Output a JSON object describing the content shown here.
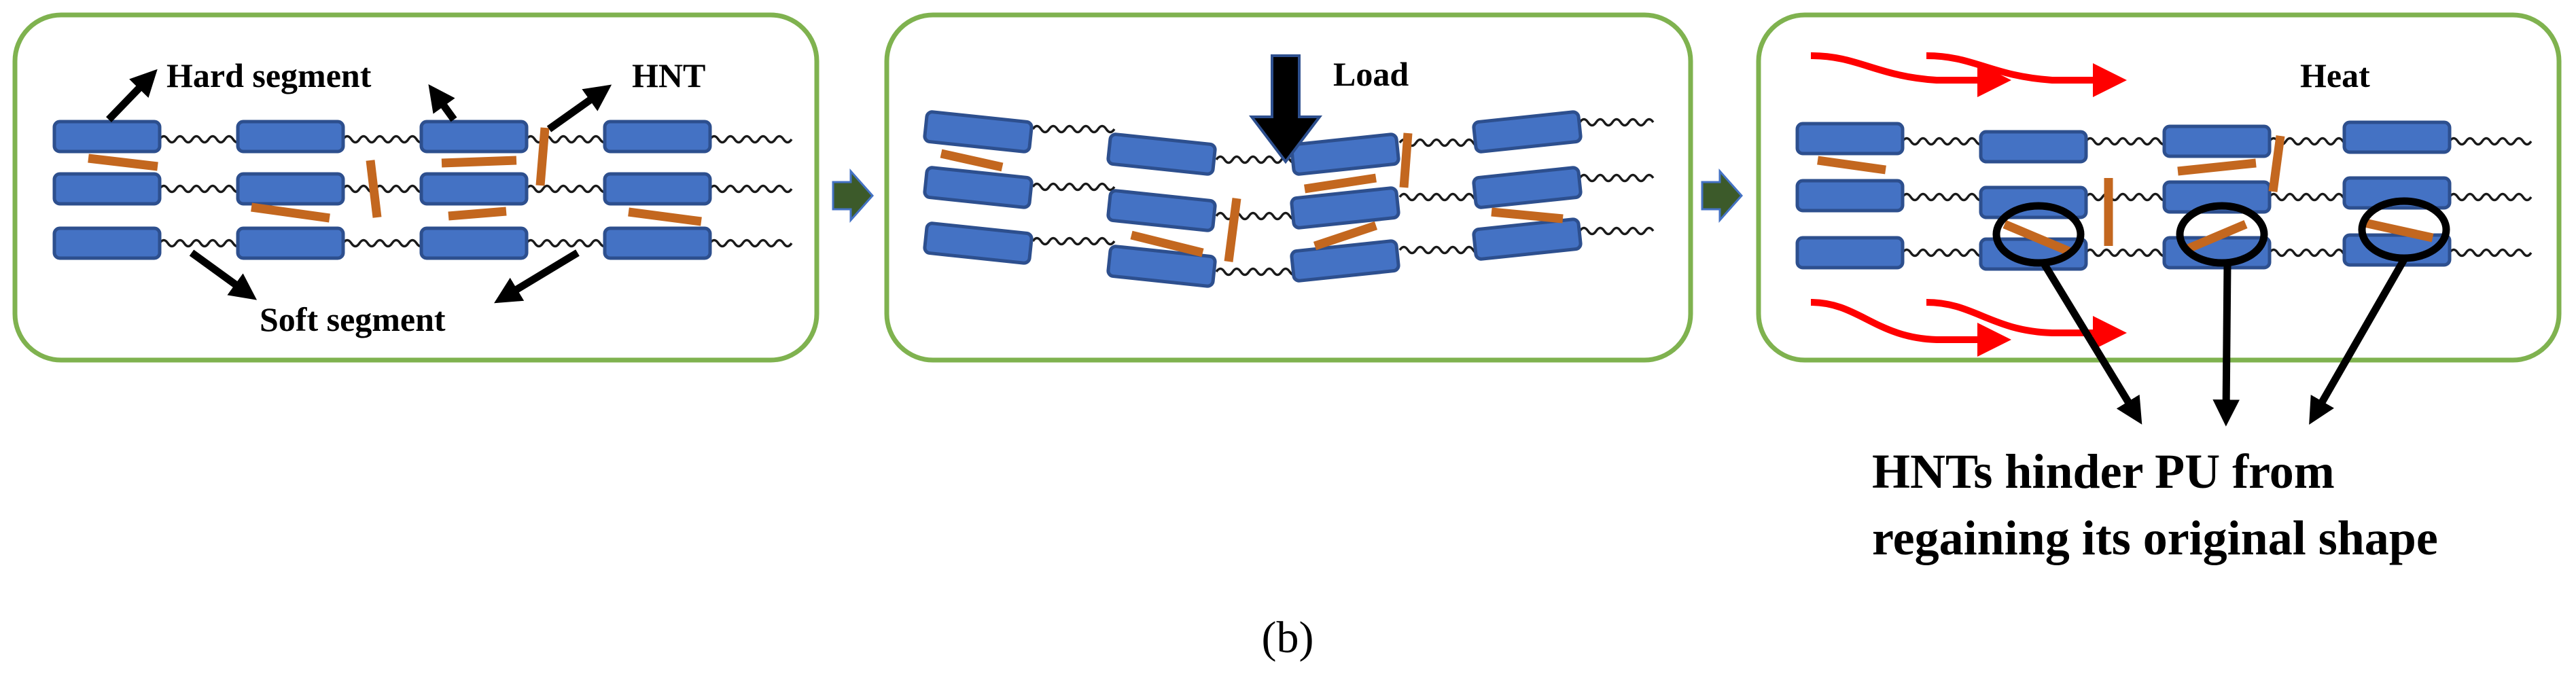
{
  "labels": {
    "hard_segment": "Hard segment",
    "hnt": "HNT",
    "soft_segment": "Soft segment",
    "load": "Load",
    "heat": "Heat",
    "hinder_line1": "HNTs hinder PU from",
    "hinder_line2": "regaining its original shape",
    "caption": "(b)"
  },
  "colors": {
    "panel_border": "#7fb24f",
    "hard_segment": "#4472c4",
    "hnt": "#c3671f",
    "heat_arrow": "#ff0000",
    "flow_arrow": "#3c5a2a"
  }
}
